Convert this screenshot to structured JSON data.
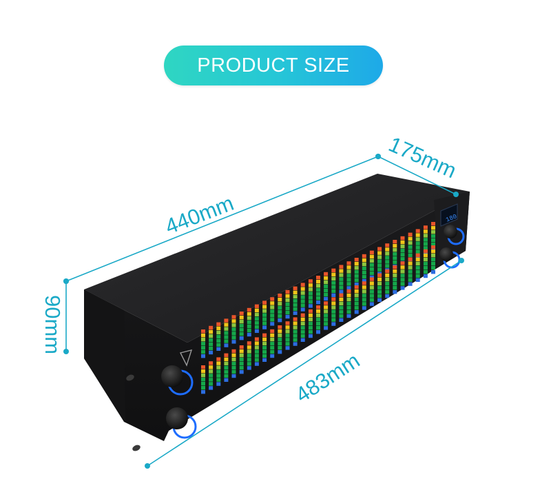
{
  "badge": {
    "label": "PRODUCT SIZE",
    "gradient": [
      "#2fd6c2",
      "#1ea9e8"
    ]
  },
  "dimensions": {
    "depth": "175mm",
    "width": "440mm",
    "height": "90mm",
    "rack_width": "483mm",
    "color": "#1aa9c7"
  },
  "product": {
    "display_reading": "180",
    "body_color": "#1d1d1f",
    "panel_color": "#151515",
    "led_colors": [
      "#15a84a",
      "#8cc63f",
      "#f0c419",
      "#e8542a",
      "#2c6de0"
    ],
    "icon": "graphic-equalizer-device"
  }
}
